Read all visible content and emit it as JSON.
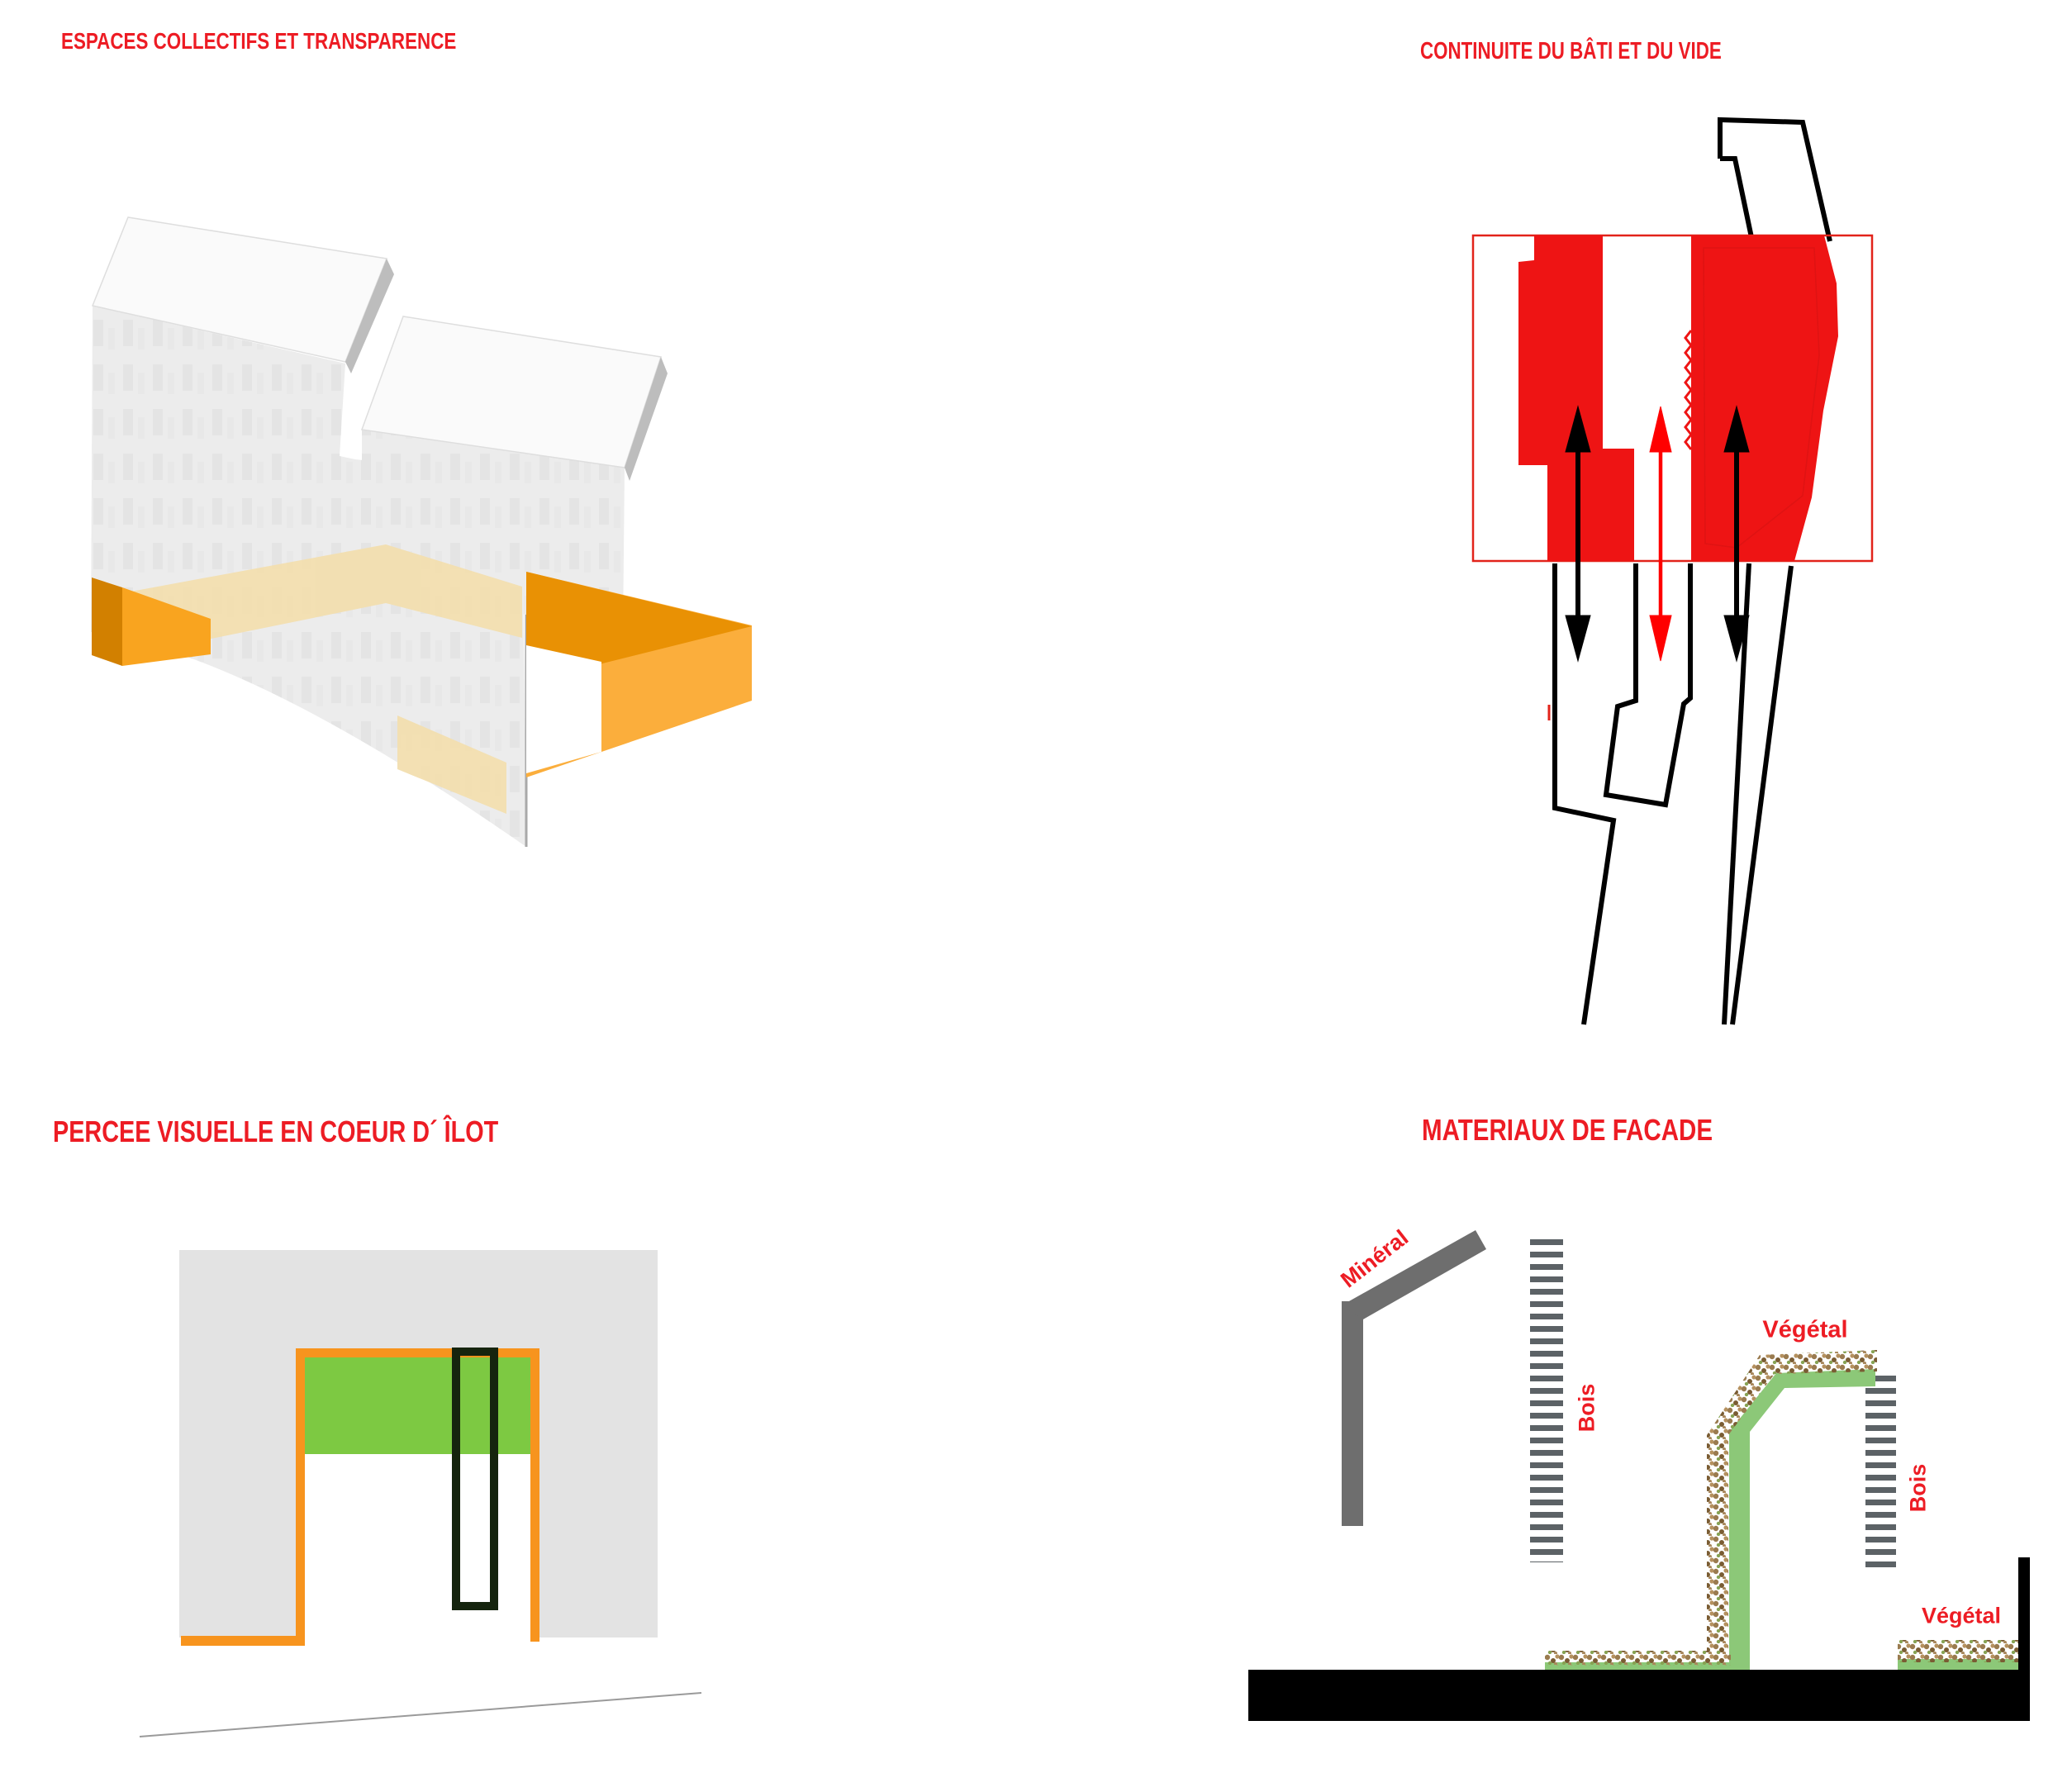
{
  "panels": {
    "espaces": {
      "title": "ESPACES COLLECTIFS ET TRANSPARENCE"
    },
    "continuite": {
      "title": "CONTINUITE DU BÂTI ET DU VIDE"
    },
    "percee": {
      "title": "PERCEE VISUELLE EN COEUR D´ ÎLOT"
    },
    "materiaux": {
      "title": "MATERIAUX DE FACADE",
      "labels": {
        "mineral": "Minéral",
        "bois_left": "Bois",
        "vegetal_top": "Végétal",
        "bois_right": "Bois",
        "vegetal_bottom": "Végétal"
      }
    }
  },
  "colors": {
    "title_red": "#ED1C24",
    "plan_red_fill": "#EE1414",
    "ribbon_orange_bright": "#FBAE3C",
    "ribbon_orange_dark": "#E99104",
    "ribbon_cream": "#F3DFB0",
    "arch_orange": "#F7941E",
    "grass_green": "#7DC942",
    "wall_green": "#8CC878",
    "facade_gray": "#ECECEC",
    "square_gray": "#E3E3E3",
    "post_gray": "#6E6E6E",
    "ground_black": "#000000"
  }
}
